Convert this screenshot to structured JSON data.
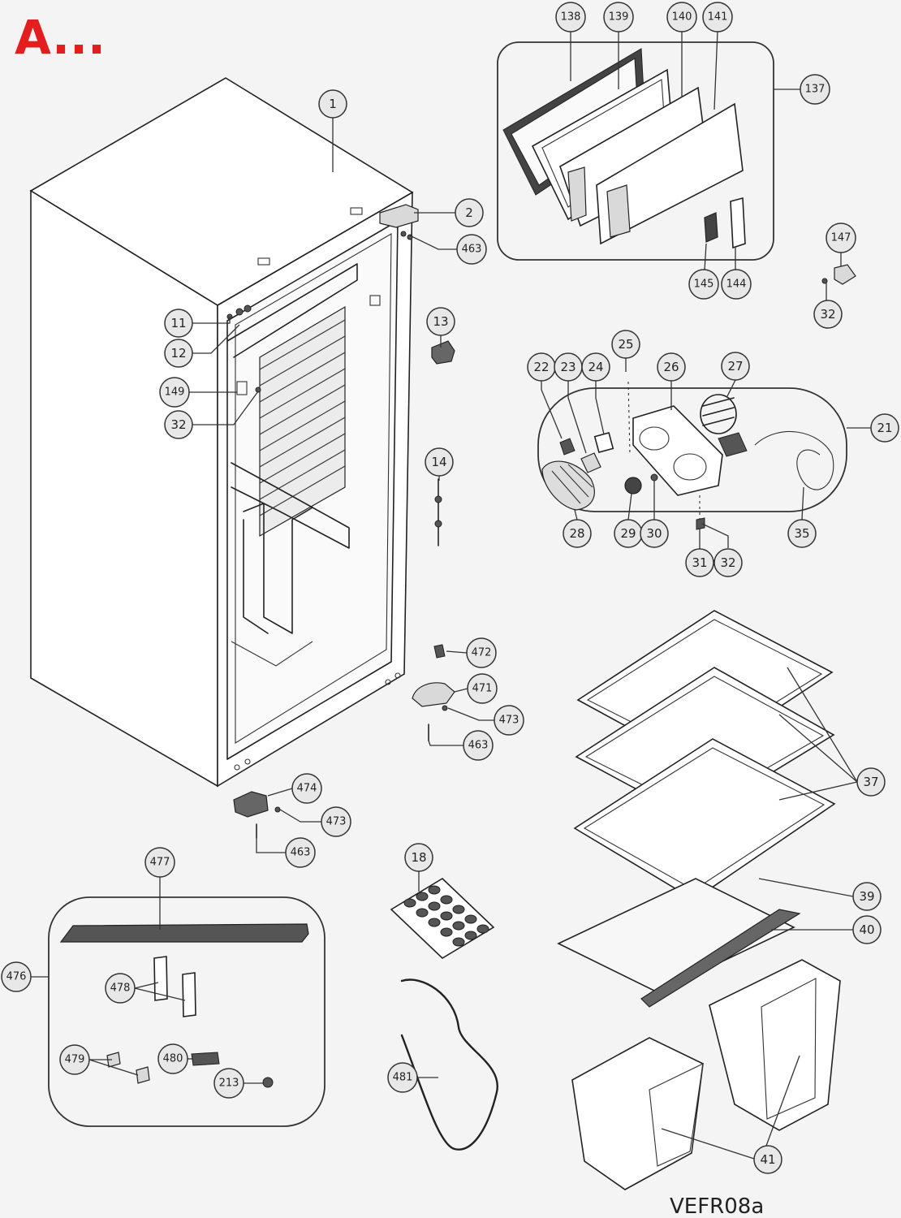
{
  "diagram": {
    "title": "A...",
    "code": "VEFR08a",
    "colors": {
      "title": "#e41e1e",
      "ink": "#222222",
      "background": "#f4f4f4"
    },
    "callouts": [
      {
        "id": "c1",
        "label": "1"
      },
      {
        "id": "c2",
        "label": "2"
      },
      {
        "id": "c463a",
        "label": "463"
      },
      {
        "id": "c11",
        "label": "11"
      },
      {
        "id": "c12",
        "label": "12"
      },
      {
        "id": "c149",
        "label": "149"
      },
      {
        "id": "c32a",
        "label": "32"
      },
      {
        "id": "c13",
        "label": "13"
      },
      {
        "id": "c14",
        "label": "14"
      },
      {
        "id": "c138",
        "label": "138"
      },
      {
        "id": "c139",
        "label": "139"
      },
      {
        "id": "c140",
        "label": "140"
      },
      {
        "id": "c141",
        "label": "141"
      },
      {
        "id": "c137",
        "label": "137"
      },
      {
        "id": "c145",
        "label": "145"
      },
      {
        "id": "c144",
        "label": "144"
      },
      {
        "id": "c147",
        "label": "147"
      },
      {
        "id": "c32b",
        "label": "32"
      },
      {
        "id": "c25",
        "label": "25"
      },
      {
        "id": "c22",
        "label": "22"
      },
      {
        "id": "c23",
        "label": "23"
      },
      {
        "id": "c24",
        "label": "24"
      },
      {
        "id": "c26",
        "label": "26"
      },
      {
        "id": "c27",
        "label": "27"
      },
      {
        "id": "c21",
        "label": "21"
      },
      {
        "id": "c28",
        "label": "28"
      },
      {
        "id": "c29",
        "label": "29"
      },
      {
        "id": "c30",
        "label": "30"
      },
      {
        "id": "c35",
        "label": "35"
      },
      {
        "id": "c31",
        "label": "31"
      },
      {
        "id": "c32c",
        "label": "32"
      },
      {
        "id": "c472",
        "label": "472"
      },
      {
        "id": "c471",
        "label": "471"
      },
      {
        "id": "c473a",
        "label": "473"
      },
      {
        "id": "c463b",
        "label": "463"
      },
      {
        "id": "c474",
        "label": "474"
      },
      {
        "id": "c473b",
        "label": "473"
      },
      {
        "id": "c463c",
        "label": "463"
      },
      {
        "id": "c37",
        "label": "37"
      },
      {
        "id": "c39",
        "label": "39"
      },
      {
        "id": "c40",
        "label": "40"
      },
      {
        "id": "c18",
        "label": "18"
      },
      {
        "id": "c477",
        "label": "477"
      },
      {
        "id": "c476",
        "label": "476"
      },
      {
        "id": "c478",
        "label": "478"
      },
      {
        "id": "c479",
        "label": "479"
      },
      {
        "id": "c480",
        "label": "480"
      },
      {
        "id": "c213",
        "label": "213"
      },
      {
        "id": "c481",
        "label": "481"
      },
      {
        "id": "c41",
        "label": "41"
      }
    ]
  }
}
